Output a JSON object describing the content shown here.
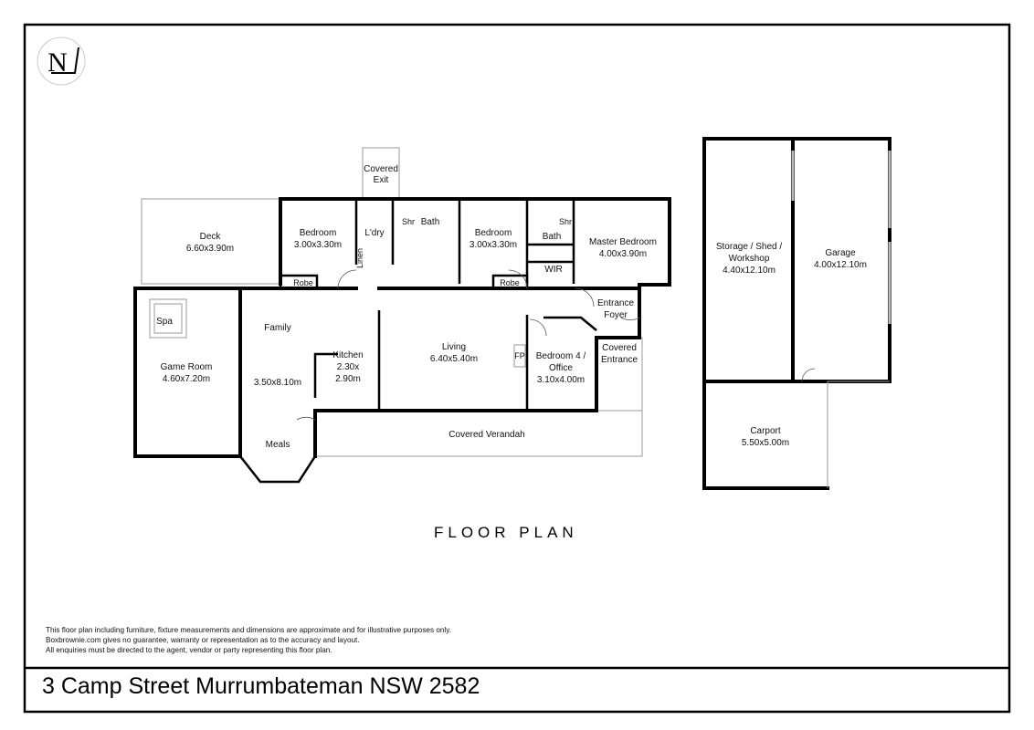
{
  "logo": {
    "letter": "N",
    "name": "compass-north"
  },
  "plan_title": "FLOOR PLAN",
  "rooms": {
    "covered_exit": [
      "Covered",
      "Exit"
    ],
    "deck": [
      "Deck",
      "6.60x3.90m"
    ],
    "bedroom1": [
      "Bedroom",
      "3.00x3.30m"
    ],
    "laundry": "L'dry",
    "linen": "Linen",
    "shr1": "Shr",
    "bath1": "Bath",
    "bedroom2": [
      "Bedroom",
      "3.00x3.30m"
    ],
    "bath2": "Bath",
    "shr2": "Shr",
    "master": [
      "Master Bedroom",
      "4.00x3.90m"
    ],
    "wir": "WIR",
    "robe1": "Robe",
    "robe2": "Robe",
    "entrance_foyer": [
      "Entrance",
      "Foyer"
    ],
    "covered_entrance": [
      "Covered",
      "Entrance"
    ],
    "spa": "Spa",
    "game_room": [
      "Game Room",
      "4.60x7.20m"
    ],
    "family": "Family",
    "family_dim": "3.50x8.10m",
    "kitchen": [
      "Kitchen",
      "2.30x",
      "2.90m"
    ],
    "living": [
      "Living",
      "6.40x5.40m"
    ],
    "fireplace": "FP",
    "bedroom4": [
      "Bedroom 4 /",
      "Office",
      "3.10x4.00m"
    ],
    "meals": "Meals",
    "verandah": "Covered Verandah",
    "storage": [
      "Storage / Shed /",
      "Workshop",
      "4.40x12.10m"
    ],
    "garage": [
      "Garage",
      "4.00x12.10m"
    ],
    "carport": [
      "Carport",
      "5.50x5.00m"
    ]
  },
  "disclaimer": [
    "This floor plan including furniture, fixture measurements and dimensions are approximate and for illustrative purposes only.",
    "Boxbrownie.com gives no guarantee, warranty or representation as to the accuracy and layout.",
    "All enquiries must be directed to the agent, vendor or party representing this floor plan."
  ],
  "address": "3 Camp Street Murrumbateman NSW 2582"
}
